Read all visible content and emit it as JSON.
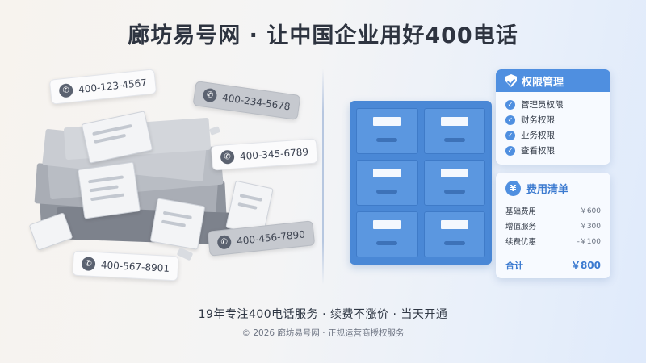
{
  "title": "廊坊易号网 · 让中国企业用好400电话",
  "phone_tags": [
    {
      "number": "400-123-4567"
    },
    {
      "number": "400-234-5678"
    },
    {
      "number": "400-345-6789"
    },
    {
      "number": "400-456-7890"
    },
    {
      "number": "400-567-8901"
    }
  ],
  "permission_card": {
    "title": "权限管理",
    "items": [
      "管理员权限",
      "财务权限",
      "业务权限",
      "查看权限"
    ]
  },
  "fee_card": {
    "title": "费用清单",
    "rows": [
      {
        "label": "基础费用",
        "amount": "￥600"
      },
      {
        "label": "增值服务",
        "amount": "￥300"
      },
      {
        "label": "续费优惠",
        "amount": "-￥100"
      }
    ],
    "total_label": "合计",
    "total_value": "￥800"
  },
  "slogan": "19年专注400电话服务 · 续费不涨价 · 当天开通",
  "copyright": "© 2026 廊坊易号网 · 正规运营商授权服务",
  "colors": {
    "accent": "#4f8fe0",
    "cabinet": "#4a88d6",
    "title": "#2e3440"
  },
  "icons": {
    "phone": "phone-icon",
    "shield": "shield-check-icon",
    "check": "check-circle-icon",
    "fee": "yen-icon"
  }
}
